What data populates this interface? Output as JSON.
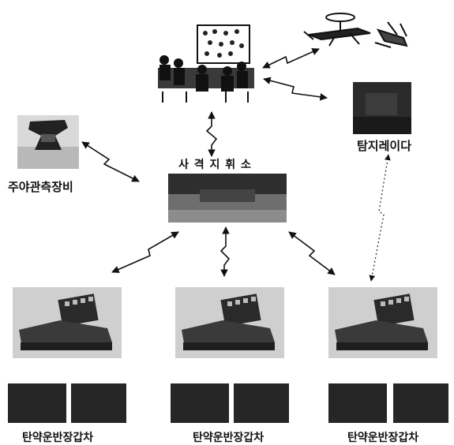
{
  "command_post": {
    "label": "사 격 지 휘 소"
  },
  "radar": {
    "label": "탐지레이다"
  },
  "observer": {
    "label": "주야관측장비"
  },
  "launchers": [
    {
      "label": "탄약운반장갑차"
    },
    {
      "label": "탄약운반장갑차"
    },
    {
      "label": "탄약운반장갑차"
    }
  ],
  "colors": {
    "ink": "#111111",
    "link": "#222222",
    "photo_dark": "#2a2a2a"
  }
}
